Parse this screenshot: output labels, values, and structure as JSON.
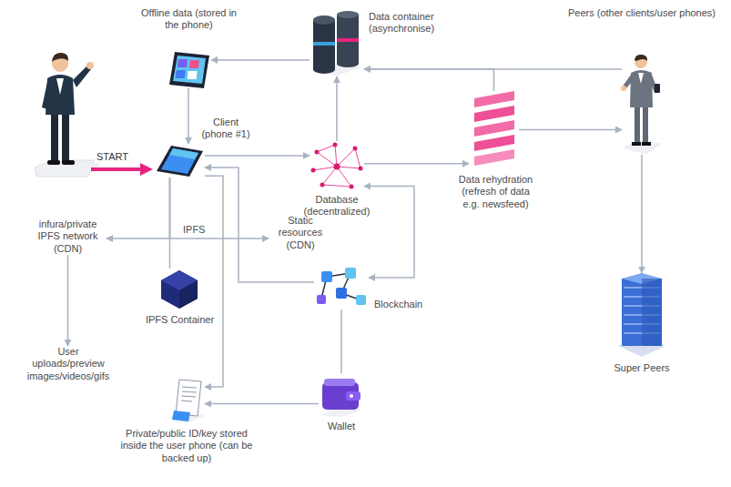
{
  "diagram": {
    "nodes": [
      {
        "text": [
          "Offline data (stored in the phone)"
        ]
      },
      {
        "text": [
          "Data container (asynchronise)"
        ]
      },
      {
        "text": [
          "Peers (other clients/user phones)"
        ]
      },
      {
        "text": [
          "Client (phone #1)"
        ]
      },
      {
        "text": [
          "Database (decentralized)"
        ]
      },
      {
        "text": [
          "Data rehydration (refresh of data e.g. newsfeed)"
        ]
      },
      {
        "text": [
          "infura/private IPFS network (CDN)"
        ]
      },
      {
        "text": [
          "Static resources (CDN)"
        ]
      },
      {
        "text": [
          "User uploads/preview images/videos/gifs"
        ]
      },
      {
        "text": [
          "IPFS Container"
        ]
      },
      {
        "text": [
          "Blockchain"
        ]
      },
      {
        "text": [
          "Super Peers"
        ]
      },
      {
        "text": [
          "Wallet"
        ]
      },
      {
        "text": [
          "Private/public ID/key stored inside the user phone (can be backed up)"
        ]
      }
    ],
    "edges": [
      {
        "from": 1,
        "to": 0,
        "arrow": "to"
      },
      {
        "from": 2,
        "to": 1,
        "arrow": "to"
      },
      {
        "from": 5,
        "to": 1,
        "arrow": "to"
      },
      {
        "from": 0,
        "to": 3,
        "arrow": "to"
      },
      {
        "from": 3,
        "to": 4,
        "arrow": "to"
      },
      {
        "from": 4,
        "to": 1,
        "arrow": "to"
      },
      {
        "from": 4,
        "to": 5,
        "arrow": "to"
      },
      {
        "from": 5,
        "to": 2,
        "arrow": "to"
      },
      {
        "from": 2,
        "to": 11,
        "arrow": "to"
      },
      {
        "from": 3,
        "to": 6,
        "arrow": "to"
      },
      {
        "from": 3,
        "to": 7,
        "label": "IPFS",
        "arrow": "to"
      },
      {
        "from": 6,
        "to": 8,
        "arrow": "to"
      },
      {
        "from": 3,
        "to": 9,
        "arrow": "none"
      },
      {
        "from": 10,
        "to": 3,
        "arrow": "to"
      },
      {
        "from": 3,
        "to": 13,
        "arrow": "to"
      },
      {
        "from": 4,
        "to": 10,
        "arrow": "both"
      },
      {
        "from": 10,
        "to": 12,
        "arrow": "none"
      },
      {
        "from": 12,
        "to": 13,
        "arrow": "to"
      }
    ],
    "labels": [
      "START"
    ]
  }
}
